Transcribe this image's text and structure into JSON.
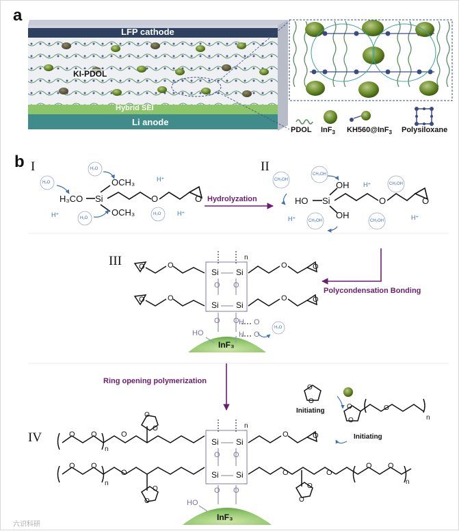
{
  "panels": {
    "a": "a",
    "b": "b"
  },
  "battery": {
    "cathode": "LFP cathode",
    "electrolyte": "KI-PDOL",
    "sei": "Hybrid SEI",
    "anode": "Li anode"
  },
  "legend": {
    "pdol": "PDOL",
    "inf3": "InF",
    "kh560": "KH560@InF",
    "sub3": "3",
    "polysiloxane": "Polysiloxane"
  },
  "steps": {
    "s1": "I",
    "s2": "II",
    "s3": "III",
    "s4": "IV"
  },
  "arrows": {
    "hydrolyzation": "Hydrolyzation",
    "polycondensation": "Polycondensation Bonding",
    "ring_opening": "Ring opening polymerization",
    "initiating": "Initiating"
  },
  "molecules": {
    "h3co": "H₃CO",
    "och3": "OCH₃",
    "si": "Si",
    "o": "O",
    "ho": "HO",
    "oh": "OH",
    "h": "H",
    "n": "n",
    "inf3": "InF₃",
    "h2o": "H₂O",
    "hplus": "H⁺",
    "ch2oh": "CH₂OH"
  },
  "colors": {
    "cathode": "#2f4160",
    "anode": "#3f8c8a",
    "sei": "#8cc56a",
    "particle": "#6d8f2a",
    "accent_purple": "#6b1d6e",
    "blue_text": "#3b6fb3"
  },
  "watermark": "六识科研"
}
